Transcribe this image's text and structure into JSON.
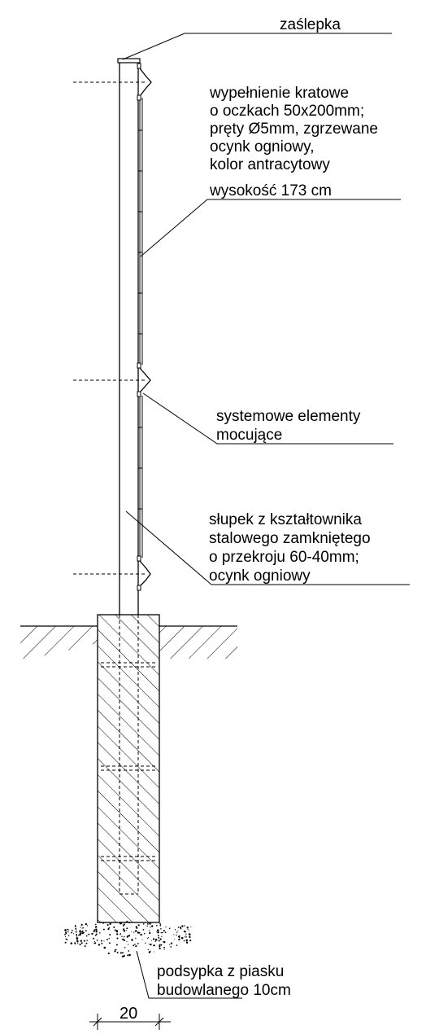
{
  "labels": {
    "cap": "zaślepka",
    "infill": [
      "wypełnienie kratowe",
      "o oczkach 50x200mm;",
      "pręty Ø5mm, zgrzewane",
      "ocynk ogniowy,",
      "kolor antracytowy",
      "wysokość 173 cm"
    ],
    "mounting": [
      "systemowe elementy",
      "mocujące"
    ],
    "post": [
      "słupek z kształtownika",
      "stalowego zamkniętego",
      "o przekroju 60-40mm;",
      "ocynk ogniowy"
    ],
    "sand": [
      "podsypka z piasku",
      "budowlanego 10cm"
    ]
  },
  "dimension": {
    "value": "20"
  }
}
